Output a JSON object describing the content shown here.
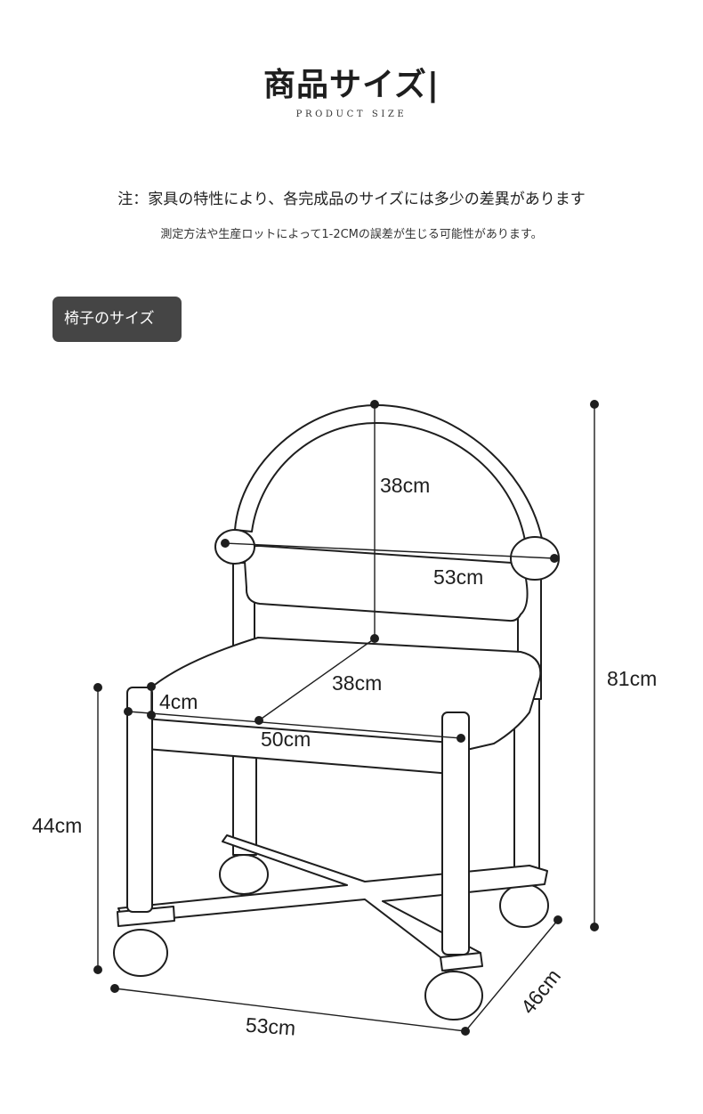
{
  "header": {
    "title": "商品サイズ|",
    "subtitle": "PRODUCT SIZE"
  },
  "notes": {
    "line1": "注：家具の特性により、各完成品のサイズには多少の差異があります",
    "line2": "測定方法や生産ロットによって1-2CMの誤差が生じる可能性があります。"
  },
  "section": {
    "badge": "椅子のサイズ"
  },
  "dimensions": {
    "backrest_height": "38cm",
    "back_width": "53cm",
    "total_height": "81cm",
    "seat_depth": "38cm",
    "frame_thickness": "4cm",
    "seat_width": "50cm",
    "seat_height": "44cm",
    "base_width": "53cm",
    "base_depth": "46cm"
  },
  "colors": {
    "line": "#1e1e1e",
    "badge_bg": "#454545",
    "badge_text": "#ffffff"
  }
}
